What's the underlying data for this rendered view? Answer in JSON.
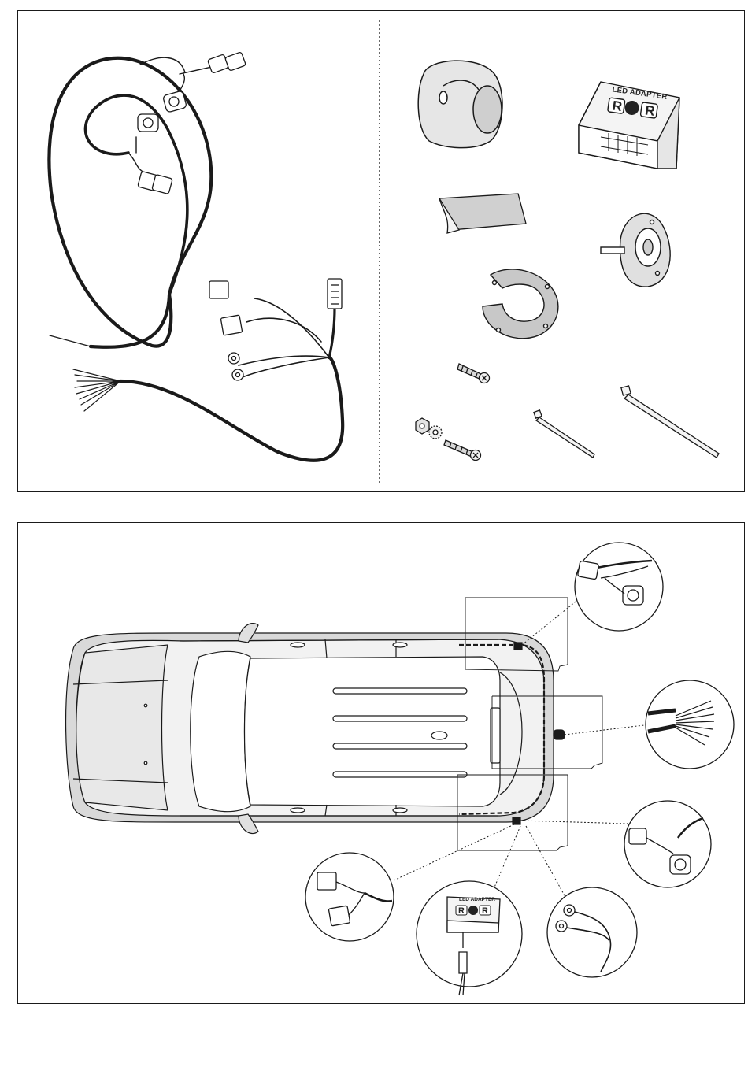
{
  "led_adapter": {
    "label": "LED ADAPTER",
    "left_letter": "R",
    "right_letter": "R"
  },
  "colors": {
    "line": "#1a1a1a",
    "panel_border": "#1a1a1a",
    "car_shade": "#d9d9d9",
    "car_body": "#f2f2f2",
    "rubber": "#c8c8c8"
  },
  "icons": [
    "wiring-harness-icon",
    "socket-cover-icon",
    "led-adapter-module-icon",
    "adhesive-pad-icon",
    "socket-plate-icon",
    "gasket-icon",
    "screw-icon",
    "nut-washer-bolt-icon",
    "cable-tie-icon",
    "car-top-view-icon",
    "magnified-connector-icon"
  ]
}
